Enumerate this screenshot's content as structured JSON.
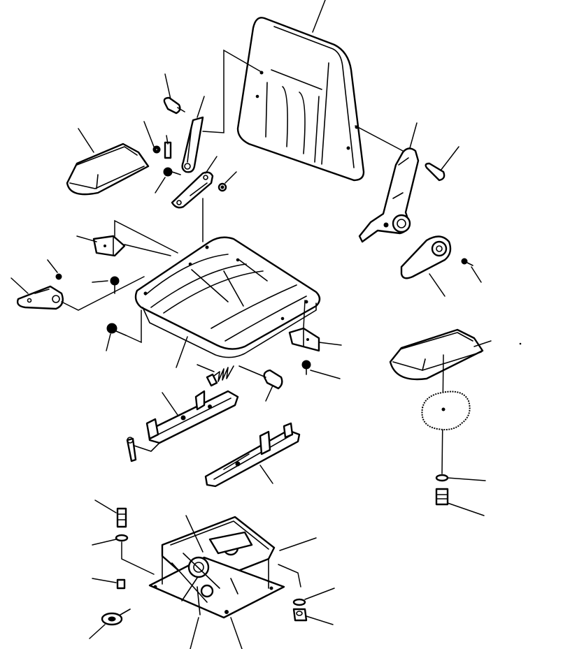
{
  "diagram": {
    "kind": "exploded-parts-view",
    "colors": {
      "line": "#000000",
      "paper": "#ffffff"
    },
    "parts": [
      {
        "id": "seat-back"
      },
      {
        "id": "left-armrest-pad"
      },
      {
        "id": "right-armrest-pad"
      },
      {
        "id": "seat-cushion"
      },
      {
        "id": "recliner-bracket"
      },
      {
        "id": "recliner-lever"
      },
      {
        "id": "left-hinge-plate"
      },
      {
        "id": "left-pivot-arm"
      },
      {
        "id": "front-bracket"
      },
      {
        "id": "rear-bracket"
      },
      {
        "id": "side-lever"
      },
      {
        "id": "coil-spring"
      },
      {
        "id": "slide-rail-left"
      },
      {
        "id": "slide-rail-right"
      },
      {
        "id": "suspension-base"
      },
      {
        "id": "knob"
      },
      {
        "id": "hardware-bolts-washers-nuts"
      }
    ]
  }
}
